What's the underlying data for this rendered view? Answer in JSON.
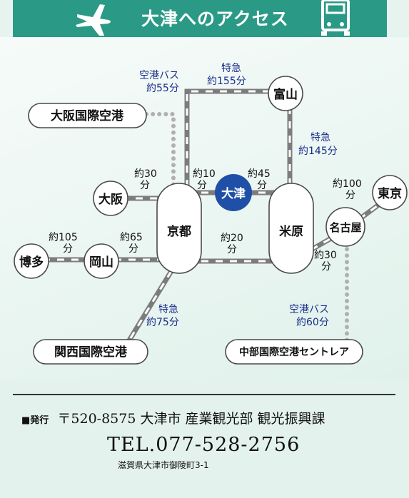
{
  "header": {
    "title": "大津へのアクセス",
    "plane_icon": "plane-icon",
    "train_icon": "train-icon"
  },
  "stations": {
    "otsu": "大津",
    "kyoto": "京都",
    "maibara": "米原",
    "osaka": "大阪",
    "okayama": "岡山",
    "hakata": "博多",
    "toyama": "富山",
    "nagoya": "名古屋",
    "tokyo": "東京",
    "itami": "大阪国際空港",
    "kansai": "関西国際空港",
    "chubu": "中部国際空港セントレア"
  },
  "routes": {
    "kyoto_otsu": [
      "約10",
      "分"
    ],
    "otsu_maibara": [
      "約45",
      "分"
    ],
    "kyoto_maibara": [
      "約20",
      "分"
    ],
    "osaka_kyoto": [
      "約30",
      "分"
    ],
    "okayama_kyoto": [
      "約65",
      "分"
    ],
    "hakata_okayama": [
      "約105",
      "分"
    ],
    "nagoya_tokyo": [
      "約100",
      "分"
    ],
    "maibara_nagoya": [
      "約30",
      "分"
    ],
    "itami_bus": [
      "空港バス",
      "約55分"
    ],
    "kyoto_toyama": [
      "特急",
      "約155分"
    ],
    "maibara_toyama": [
      "特急",
      "約145分"
    ],
    "kansai_express": [
      "特急",
      "約75分"
    ],
    "chubu_bus": [
      "空港バス",
      "約60分"
    ]
  },
  "footer": {
    "issuer_mark": "■発行",
    "issuer": "〒520-8575 大津市 産業観光部 観光振興課",
    "tel": "TEL.077-528-2756",
    "address": "滋賀県大津市御陵町3-1"
  },
  "colors": {
    "header": "#2a9a86",
    "otsu": "#1f4fa6",
    "label": "#1a2e8a",
    "rail": "#7c7c7c",
    "bus": "#b0b0b0"
  }
}
